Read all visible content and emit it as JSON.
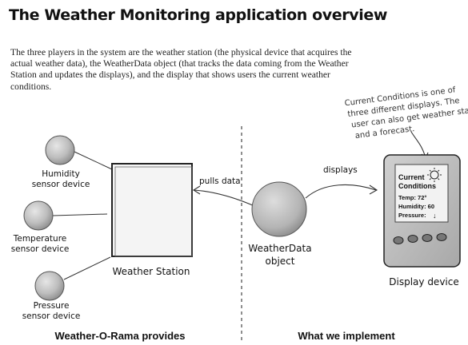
{
  "title": "The Weather Monitoring application overview",
  "intro": "The three players in the system are the weather station (the physical device that acquires the actual weather data), the WeatherData object (that tracks the data coming from the Weather Station and updates the displays), and the display that shows users the current weather conditions.",
  "annotation": {
    "line1": "Current Conditions is one of",
    "line2": "three different displays. The",
    "line3": "user can also get weather stats",
    "line4": "and a forecast."
  },
  "sensors": {
    "humidity_l1": "Humidity",
    "humidity_l2": "sensor device",
    "temperature_l1": "Temperature",
    "temperature_l2": "sensor device",
    "pressure_l1": "Pressure",
    "pressure_l2": "sensor device"
  },
  "weather_station": "Weather Station",
  "pulls_data": "pulls data",
  "displays": "displays",
  "weatherdata_l1": "WeatherData",
  "weatherdata_l2": "object",
  "display_screen": {
    "line1": "Current",
    "line2": "Conditions",
    "temp": "Temp: 72°",
    "humidity": "Humidity: 60",
    "pressure": "Pressure:",
    "pressure_arrow": "↓"
  },
  "display_device": "Display device",
  "footer": {
    "left": "Weather-O-Rama provides",
    "right": "What we implement"
  },
  "colors": {
    "sphere": "#b9b9b9",
    "device_body": "#c4c4c4",
    "screen": "#f2f2f2"
  }
}
